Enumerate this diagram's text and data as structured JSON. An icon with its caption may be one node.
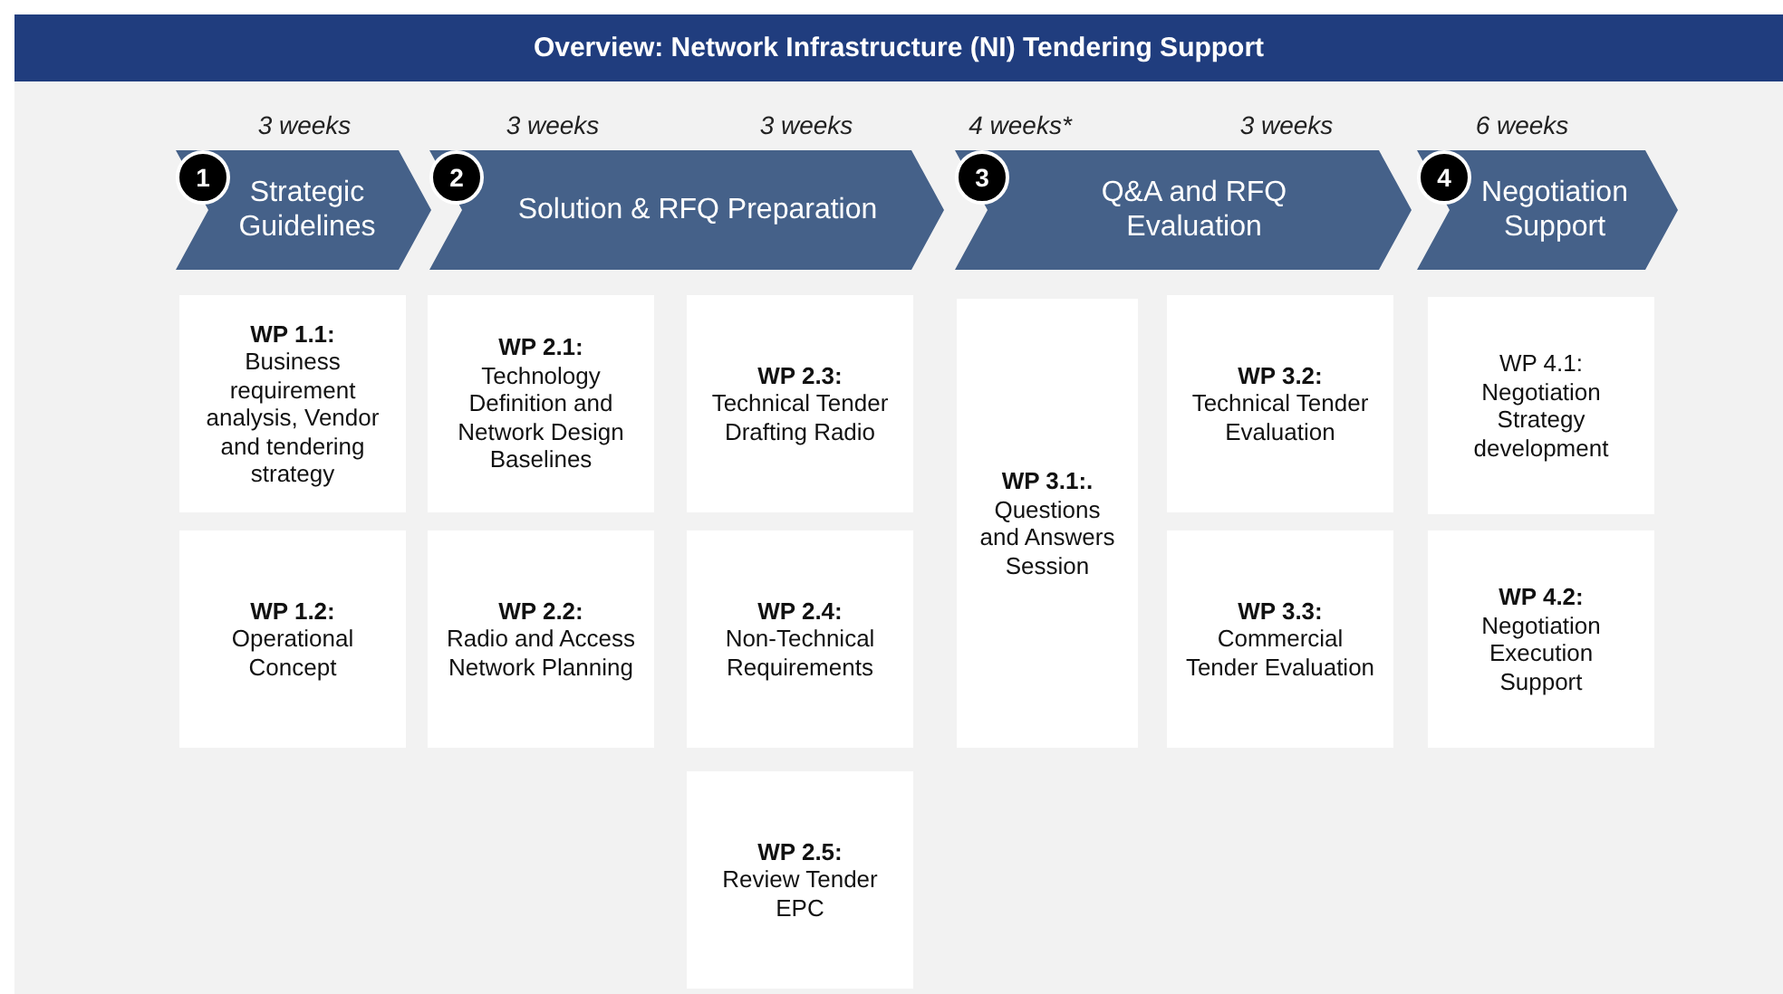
{
  "diagram": {
    "title": "Overview: Network Infrastructure (NI) Tendering Support",
    "nodes": [
      {
        "text": [
          "1",
          "Strategic Guidelines"
        ],
        "beside": [
          "3 weeks"
        ]
      },
      {
        "text": [
          "2",
          "Solution & RFQ Preparation"
        ],
        "beside": [
          "3 weeks",
          "3 weeks"
        ]
      },
      {
        "text": [
          "3",
          "Q&A and RFQ Evaluation"
        ],
        "beside": [
          "4 weeks*",
          "3 weeks"
        ]
      },
      {
        "text": [
          "4",
          "Negotiation Support"
        ],
        "beside": [
          "6 weeks"
        ]
      },
      {
        "text": [
          "WP 1.1:",
          "Business requirement analysis, Vendor and tendering strategy"
        ]
      },
      {
        "text": [
          "WP 2.1:",
          "Technology Definition and Network Design Baselines"
        ]
      },
      {
        "text": [
          "WP 2.3:",
          "Technical Tender Drafting Radio"
        ]
      },
      {
        "text": [
          "WP 3.1:.",
          "Questions and Answers Session"
        ]
      },
      {
        "text": [
          "WP 3.2:",
          "Technical Tender Evaluation"
        ]
      },
      {
        "text": [
          "WP 4.1:",
          "Negotiation Strategy development"
        ]
      },
      {
        "text": [
          "WP 1.2:",
          "Operational Concept"
        ]
      },
      {
        "text": [
          "WP 2.2:",
          "Radio and Access Network Planning"
        ]
      },
      {
        "text": [
          "WP 2.4:",
          "Non-Technical Requirements"
        ]
      },
      {
        "text": [
          "WP 3.3:",
          "Commercial Tender Evaluation"
        ]
      },
      {
        "text": [
          "WP 4.2:",
          "Negotiation Execution Support"
        ]
      },
      {
        "text": [
          "WP 2.5:",
          "Review Tender EPC"
        ]
      }
    ],
    "edges": []
  }
}
